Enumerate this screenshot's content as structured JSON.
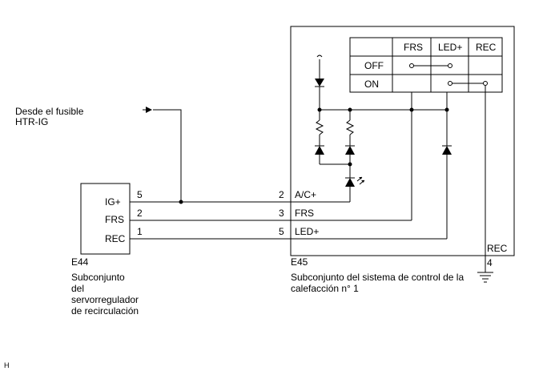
{
  "source": {
    "line1": "Desde el fusible",
    "line2": "HTR-IG"
  },
  "e44": {
    "code": "E44",
    "pins": [
      {
        "label": "IG+",
        "num": "5"
      },
      {
        "label": "FRS",
        "num": "2"
      },
      {
        "label": "REC",
        "num": "1"
      }
    ],
    "name_lines": [
      "Subconjunto",
      "del",
      "servorregulador",
      "de recirculación"
    ]
  },
  "e45": {
    "code": "E45",
    "pins": [
      {
        "label": "A/C+",
        "num": "2"
      },
      {
        "label": "FRS",
        "num": "3"
      },
      {
        "label": "LED+",
        "num": "5"
      }
    ],
    "rec_label": "REC",
    "rec_num": "4",
    "name_lines": [
      "Subconjunto del sistema de control de la",
      "calefacción n° 1"
    ]
  },
  "switch_table": {
    "headers": [
      "FRS",
      "LED+",
      "REC"
    ],
    "rows": [
      "OFF",
      "ON"
    ]
  },
  "corner_mark": "H"
}
